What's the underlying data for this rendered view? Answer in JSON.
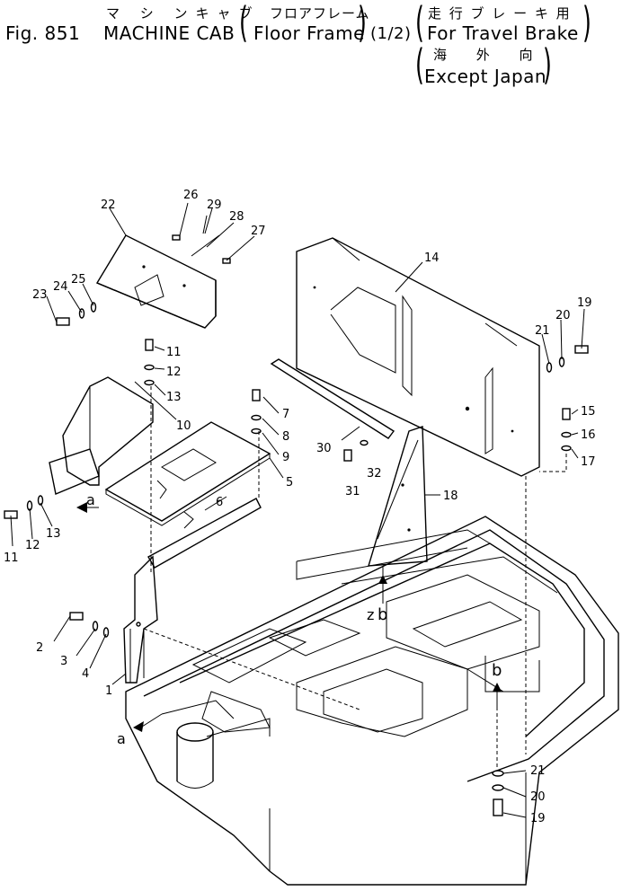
{
  "header": {
    "kana_title": "マ シ ンキャブ",
    "kana_floor": "フロアフレーム",
    "kana_brake": "走 行 ブ レ ー キ 用",
    "kana_export": "海 外 向",
    "fig_number": "Fig. 851",
    "title": "MACHINE CAB",
    "subtitle": "Floor Frame",
    "page": "(1/2)",
    "variant": "For Travel Brake",
    "region": "Except Japan"
  },
  "callouts": {
    "c1": "1",
    "c2": "2",
    "c3": "3",
    "c4": "4",
    "c5": "5",
    "c6": "6",
    "c7": "7",
    "c8": "8",
    "c9": "9",
    "c10": "10",
    "c11a": "11",
    "c11b": "11",
    "c12a": "12",
    "c12b": "12",
    "c13a": "13",
    "c13b": "13",
    "c14": "14",
    "c15": "15",
    "c16": "16",
    "c17": "17",
    "c18": "18",
    "c19a": "19",
    "c19b": "19",
    "c20a": "20",
    "c20b": "20",
    "c21a": "21",
    "c21b": "21",
    "c22": "22",
    "c23": "23",
    "c24": "24",
    "c25": "25",
    "c26": "26",
    "c27": "27",
    "c28": "28",
    "c29": "29",
    "c30": "30",
    "c31": "31",
    "c32": "32"
  },
  "markers": {
    "a_upper": "a",
    "a_lower": "a",
    "b_upper": "b",
    "b_right": "b",
    "z_mark": "z"
  }
}
